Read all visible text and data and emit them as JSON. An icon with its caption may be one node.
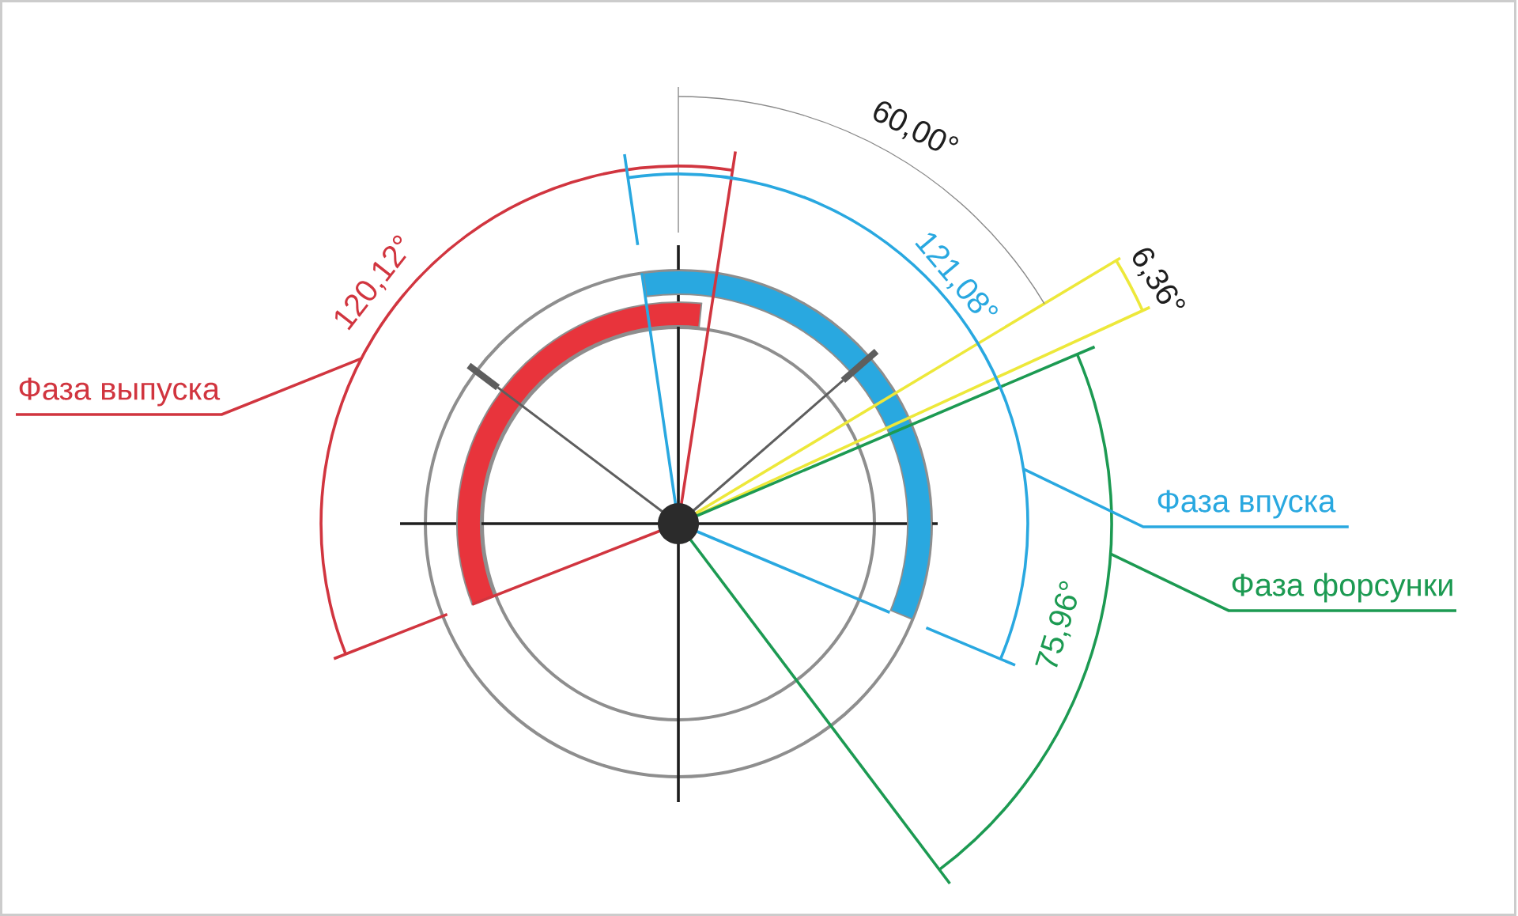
{
  "diagram": {
    "nodes": [
      {
        "text": [
          "Фаза выпуска"
        ]
      },
      {
        "text": [
          "Фаза впуска"
        ]
      },
      {
        "text": [
          "Фаза форсунки"
        ]
      },
      {
        "text": [],
        "shape": "arc"
      },
      {
        "text": [],
        "shape": "arc"
      },
      {
        "text": [],
        "shape": "arc"
      }
    ],
    "edges": [
      {
        "from": 0,
        "to": 3,
        "arrow": "none",
        "color": "#d1353f"
      },
      {
        "from": 1,
        "to": 4,
        "arrow": "none",
        "color": "#29a8e0"
      },
      {
        "from": 2,
        "to": 5,
        "arrow": "none",
        "color": "#1c9a52"
      }
    ],
    "labels": [
      "60,00°",
      "120,12°",
      "121,08°",
      "6,36°",
      "75,96°"
    ]
  }
}
